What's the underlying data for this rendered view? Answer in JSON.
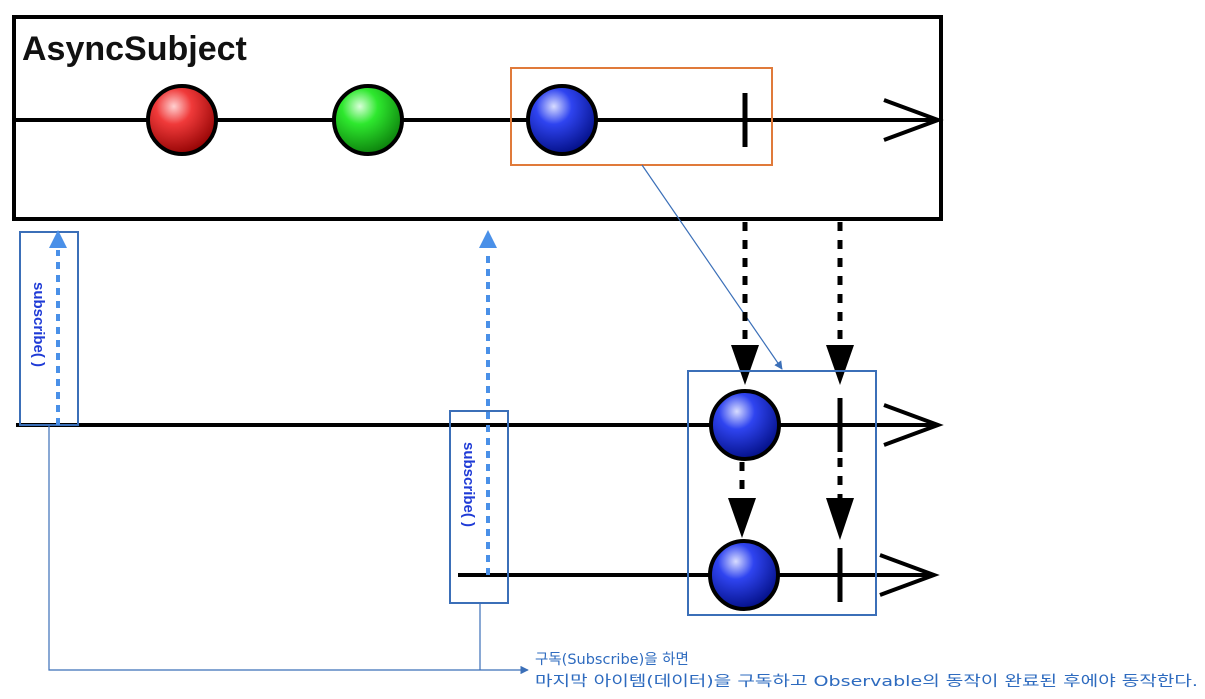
{
  "diagram": {
    "title": "AsyncSubject",
    "subscribe_label_1": "subscribe( )",
    "subscribe_label_2": "subscribe( )",
    "note_line_1": "구독(Subscribe)을 하면",
    "note_line_2": "마지막 아이템(데이터)을 구독하고 Observable의 동작이 완료된 후에야 동작한다."
  },
  "colors": {
    "red_item": "#e21818",
    "green_item": "#1ed31e",
    "blue_item": "#1d2ee8",
    "highlight_orange": "#e07a3a",
    "callout_blue": "#3b6fb8",
    "subscribe_arrow": "#4a90e8",
    "note_text": "#2e6bbf"
  },
  "icons": {
    "stream_arrowhead": "open-chevron-arrow",
    "completion_marker": "vertical-bar",
    "emission": "ball"
  }
}
